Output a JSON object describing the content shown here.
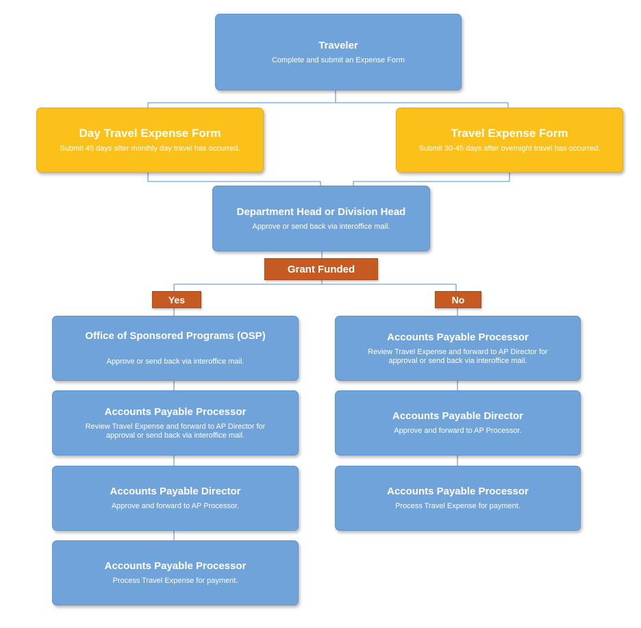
{
  "traveler": {
    "title": "Traveler",
    "desc": "Complete and submit an Expense Form"
  },
  "day_travel": {
    "title": "Day Travel Expense Form",
    "desc": "Submit 45 days after monthly day travel has occurred."
  },
  "travel": {
    "title": "Travel Expense Form",
    "desc": "Submit 30-45 days after overnight travel has occurred."
  },
  "dept_head": {
    "title": "Department Head or Division Head",
    "desc": "Approve or send back via interoffice mail."
  },
  "grant": {
    "label": "Grant Funded"
  },
  "yes_branch": {
    "label": "Yes",
    "steps": [
      {
        "title": "Office of Sponsored Programs (OSP)",
        "desc": "Approve or send back via interoffice mail."
      },
      {
        "title": "Accounts Payable Processor",
        "desc": "Review Travel Expense and forward to AP Director for approval or send back via interoffice mail."
      },
      {
        "title": "Accounts Payable Director",
        "desc": "Approve and forward to AP Processor."
      },
      {
        "title": "Accounts Payable Processor",
        "desc": "Process Travel Expense for payment."
      }
    ]
  },
  "no_branch": {
    "label": "No",
    "steps": [
      {
        "title": "Accounts Payable Processor",
        "desc": "Review Travel Expense and forward to AP Director for approval or send back via interoffice mail."
      },
      {
        "title": "Accounts Payable Director",
        "desc": "Approve and forward to AP Processor."
      },
      {
        "title": "Accounts Payable Processor",
        "desc": "Process Travel Expense for payment."
      }
    ]
  },
  "colors": {
    "box_blue": "#6fa3d9",
    "box_yellow": "#fcc01a",
    "decision_orange": "#c55a22",
    "connector": "#6fa3d9"
  }
}
